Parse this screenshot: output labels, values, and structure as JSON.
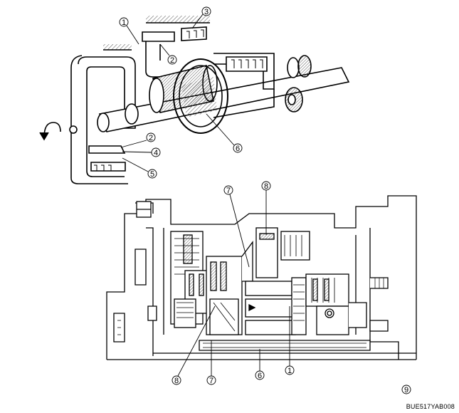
{
  "callouts": {
    "c1_top": "1",
    "c2_top": "2",
    "c3_top": "3",
    "c2_mid": "2",
    "c4": "4",
    "c5": "5",
    "c6_top": "6",
    "c7_upper": "7",
    "c8_upper": "8",
    "c8_lower": "8",
    "c7_lower": "7",
    "c6_lower": "6",
    "c1_lower": "1",
    "c9": "9"
  },
  "ref_code": "BUE517YAB008",
  "colors": {
    "ink": "#000000",
    "paper": "#ffffff",
    "hatch": "#555555"
  },
  "icons": {
    "rotation": "curved-arrow-icon"
  }
}
